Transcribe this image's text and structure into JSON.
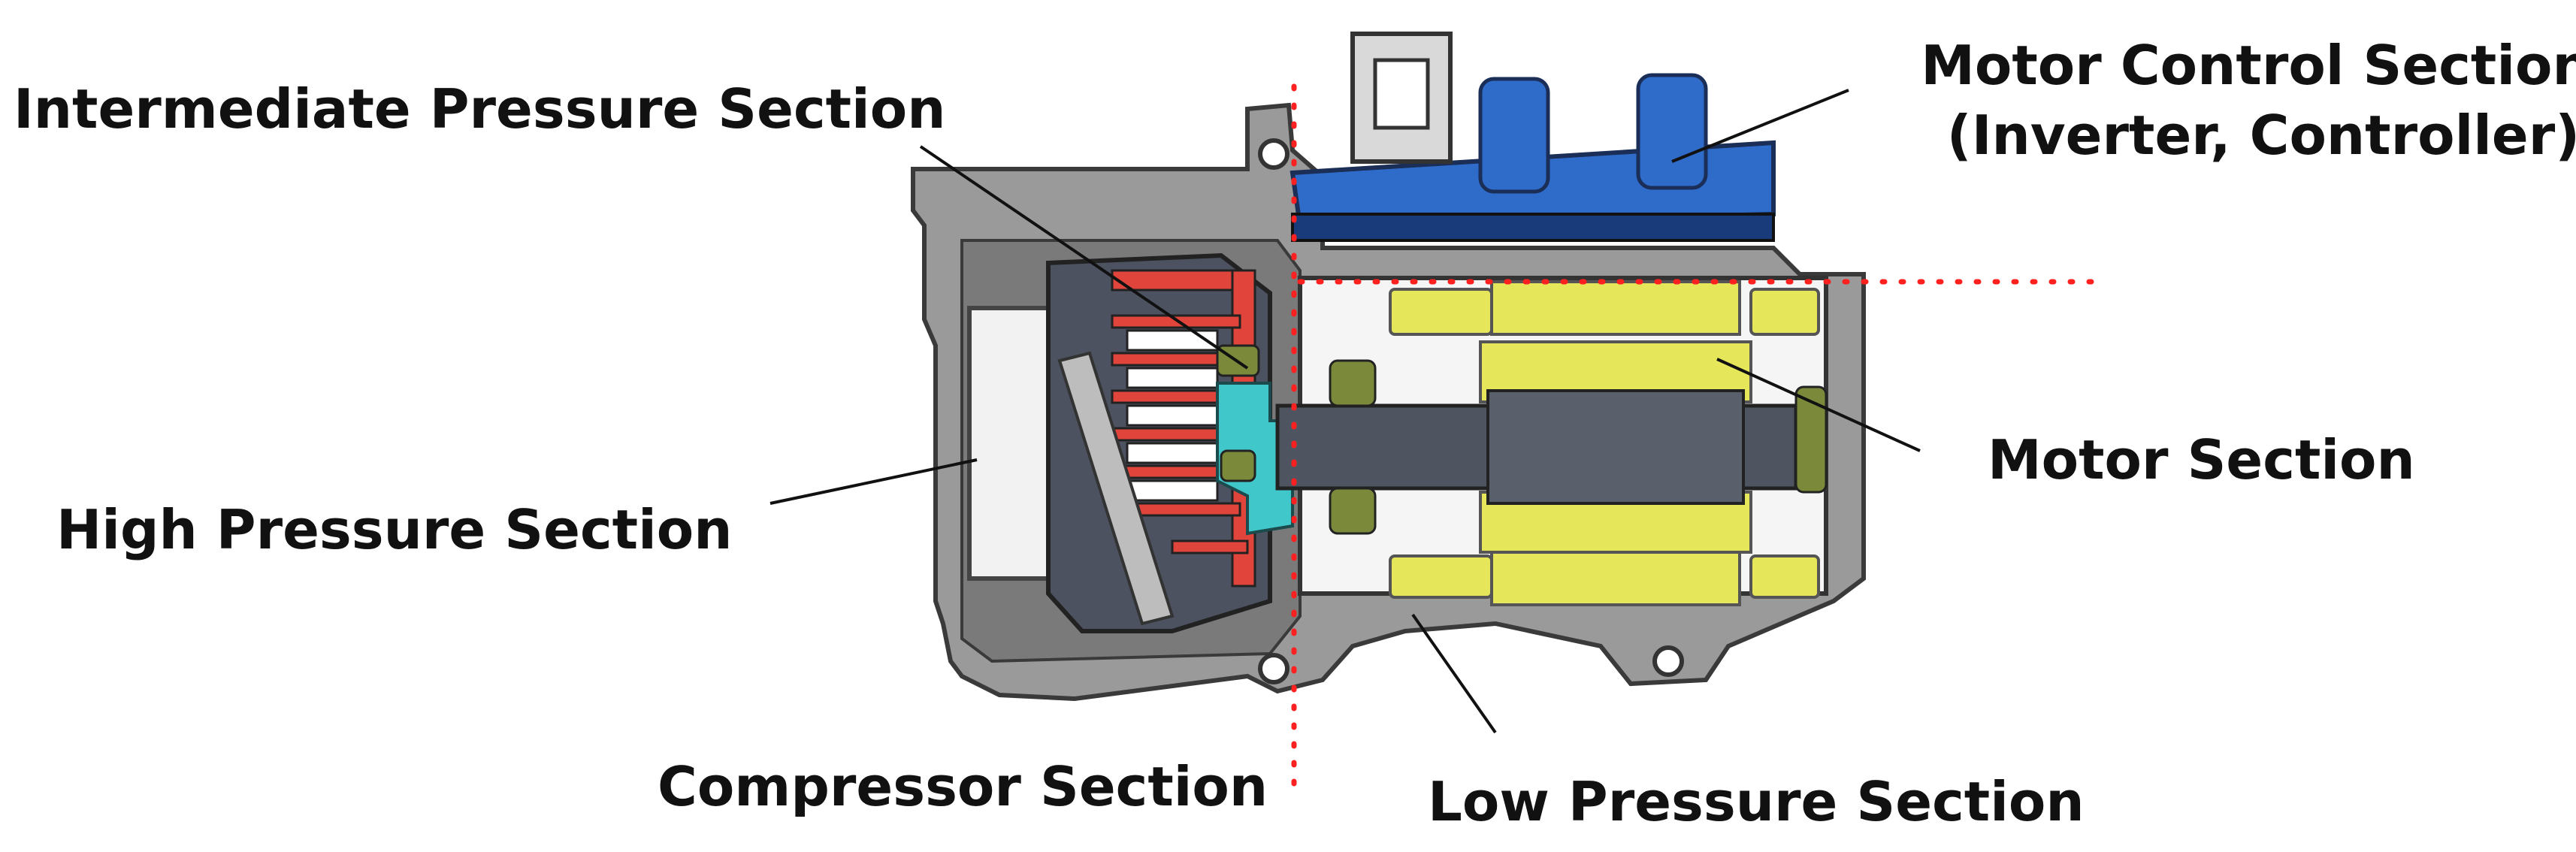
{
  "labels": {
    "intermediate_pressure": "Intermediate Pressure Section",
    "high_pressure": "High Pressure Section",
    "compressor": "Compressor Section",
    "low_pressure": "Low Pressure Section",
    "motor": "Motor Section",
    "motor_control_line1": "Motor Control Section",
    "motor_control_line2": "(Inverter, Controller)"
  },
  "colors": {
    "housing": "#9a9a9a",
    "housing_dark": "#5f5f5f",
    "motor_control": "#2f6bc9",
    "motor_winding": "#e6e65a",
    "compressor_red": "#e0443a",
    "intermediate_cyan": "#3fc7c9",
    "shaft": "#4f5560",
    "bearing": "#7a8a3a",
    "divider": "#ff2020"
  }
}
